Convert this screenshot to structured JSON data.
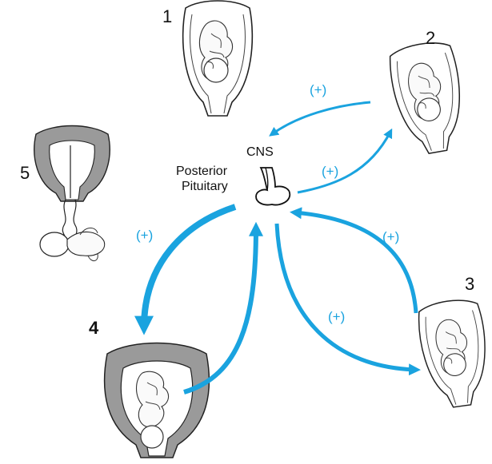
{
  "colors": {
    "arrow": "#1aa3df",
    "uterus_wall": "#9a9a9a",
    "outline": "#222222"
  },
  "labels": {
    "cns": "CNS",
    "posterior": "Posterior",
    "pituitary": "Pituitary"
  },
  "stages": [
    {
      "number": "1"
    },
    {
      "number": "2"
    },
    {
      "number": "3"
    },
    {
      "number": "4"
    },
    {
      "number": "5"
    }
  ],
  "feedback_labels": [
    "(+)",
    "(+)",
    "(+)",
    "(+)",
    "(+)"
  ],
  "icons": [
    "posterior-pituitary-icon",
    "uterus-fetus-icon",
    "delivered-infant-icon",
    "arrow-icon"
  ]
}
